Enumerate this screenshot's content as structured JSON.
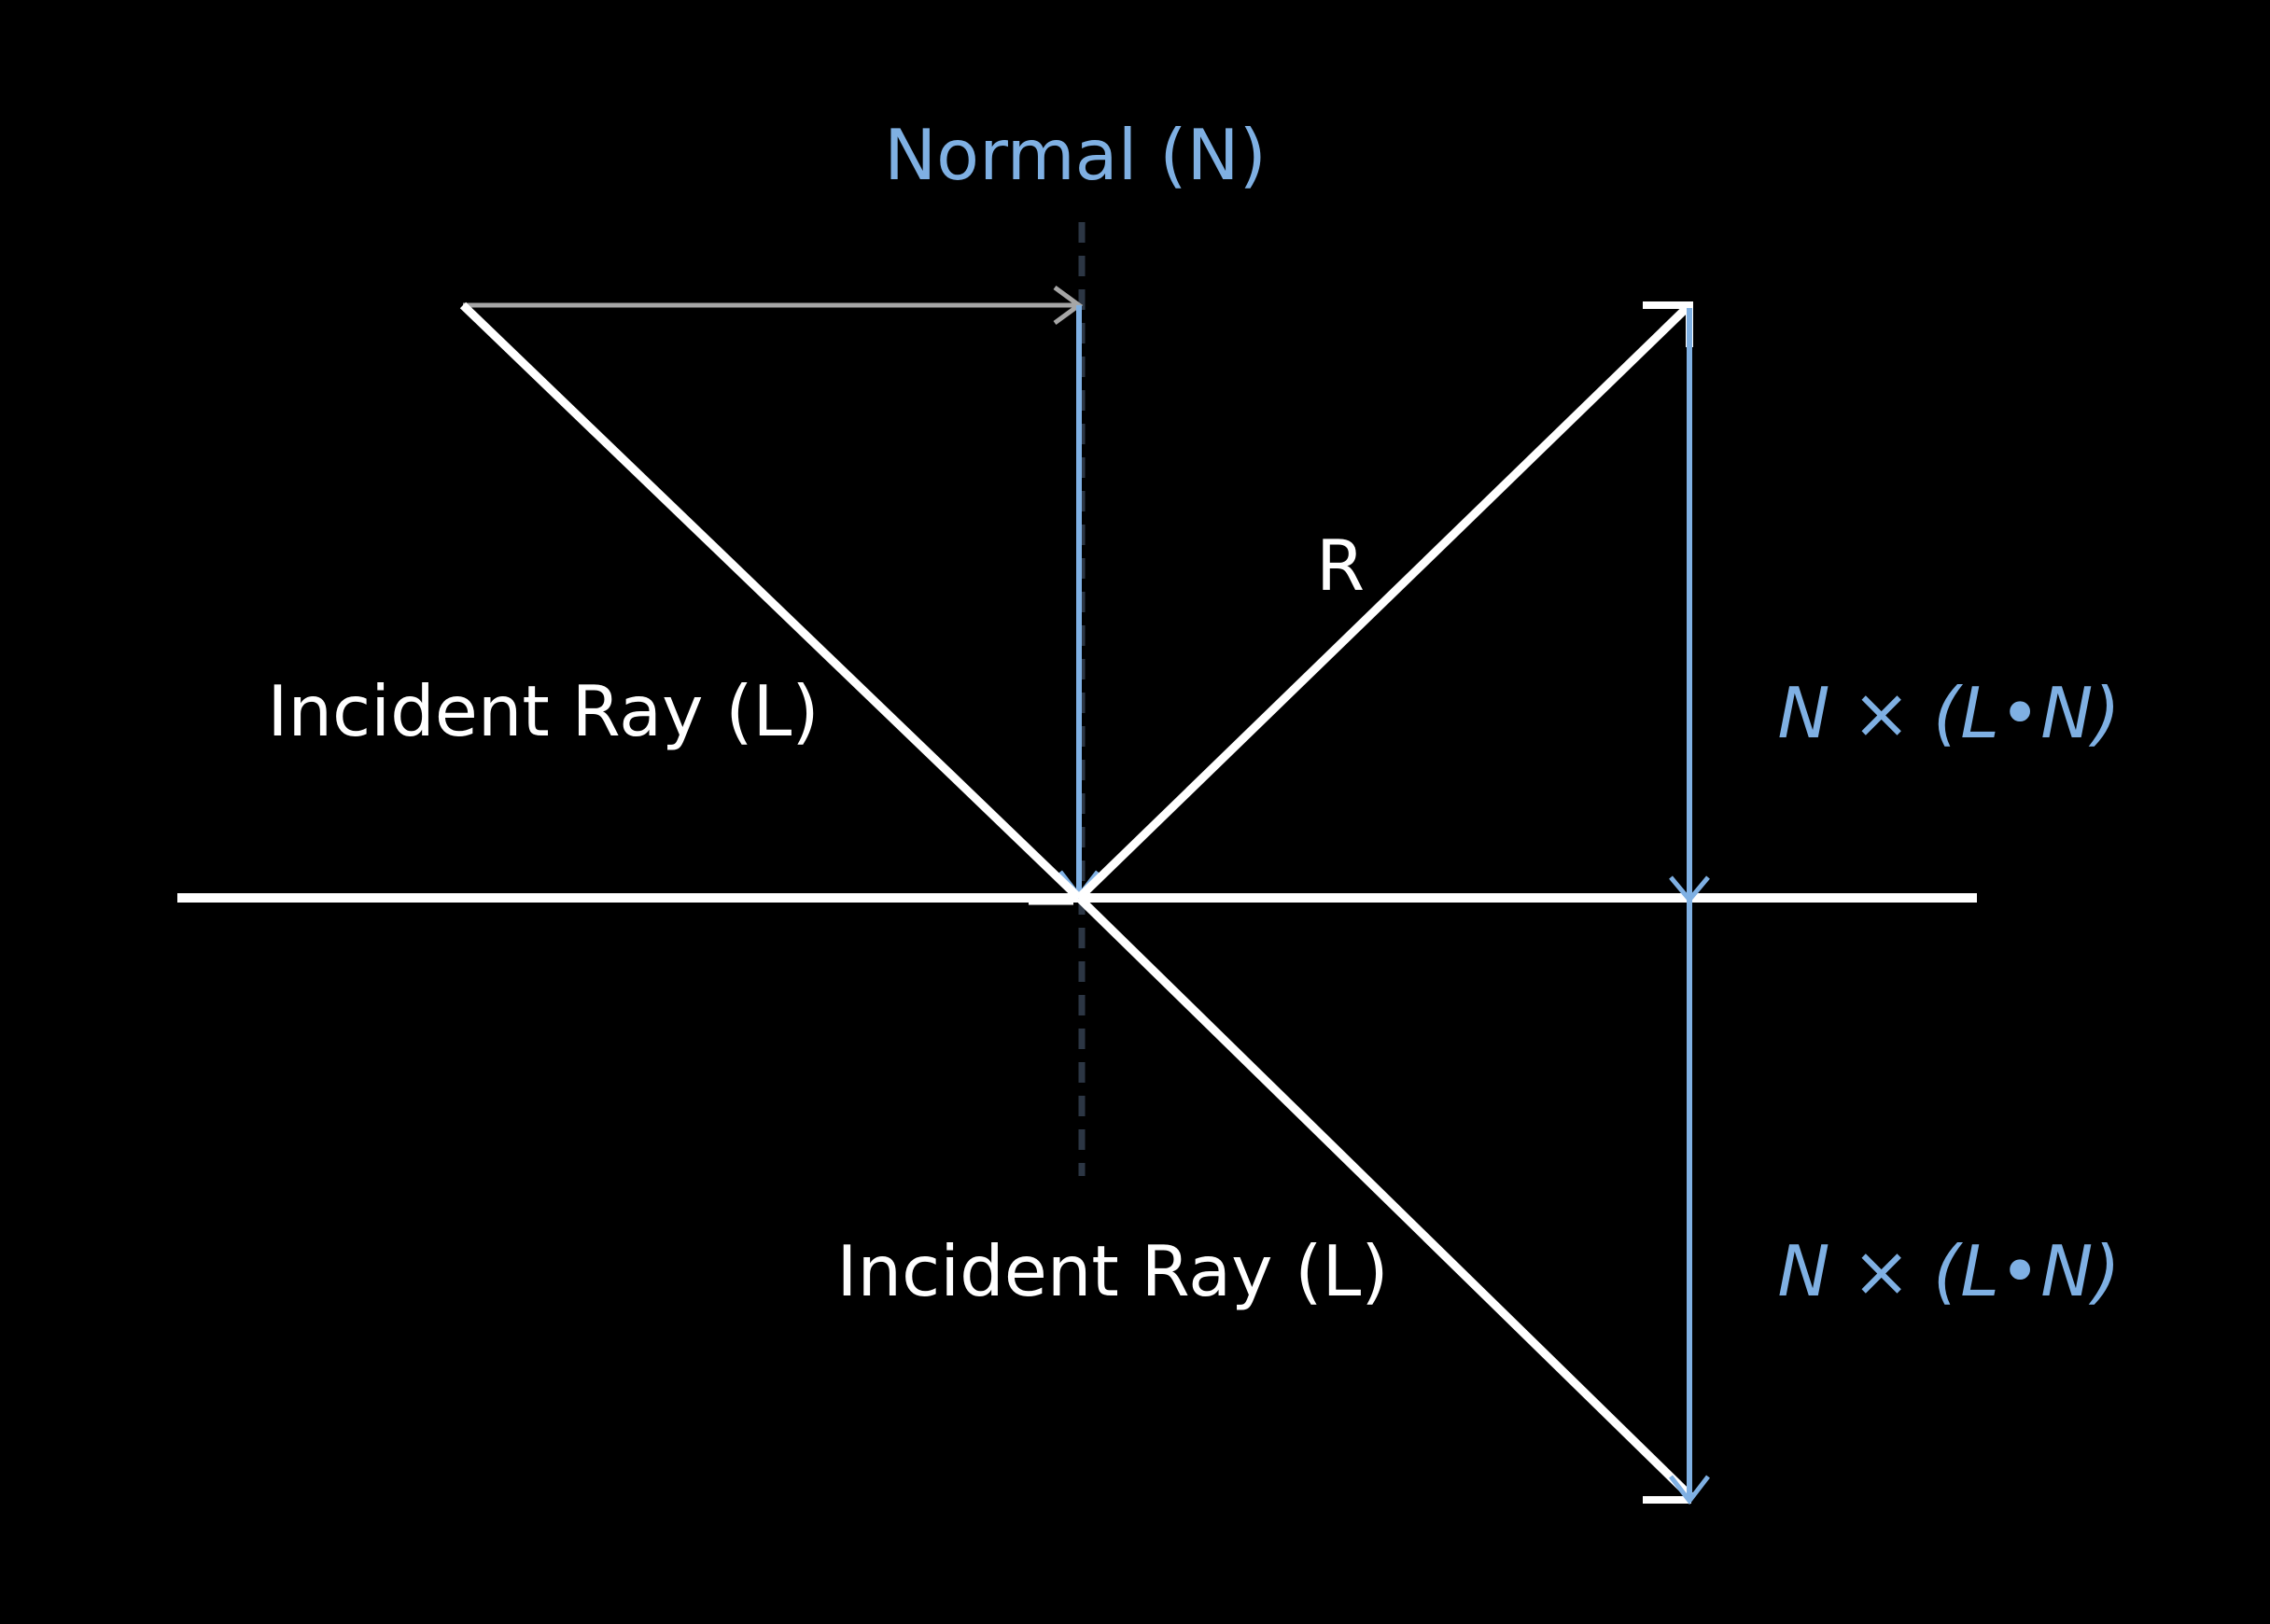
{
  "labels": {
    "normal": "Normal (N)",
    "incident_upper": "Incident Ray (L)",
    "incident_lower": "Incident Ray (L)",
    "reflected": "R",
    "projection_upper": "N × (L•N)",
    "projection_lower": "N × (L•N)"
  },
  "colors": {
    "background": "#000000",
    "primary": "#ffffff",
    "accent": "#7fb0e3",
    "dashed_normal": "#2c3644",
    "helper_arrow": "#a6a6a6"
  }
}
